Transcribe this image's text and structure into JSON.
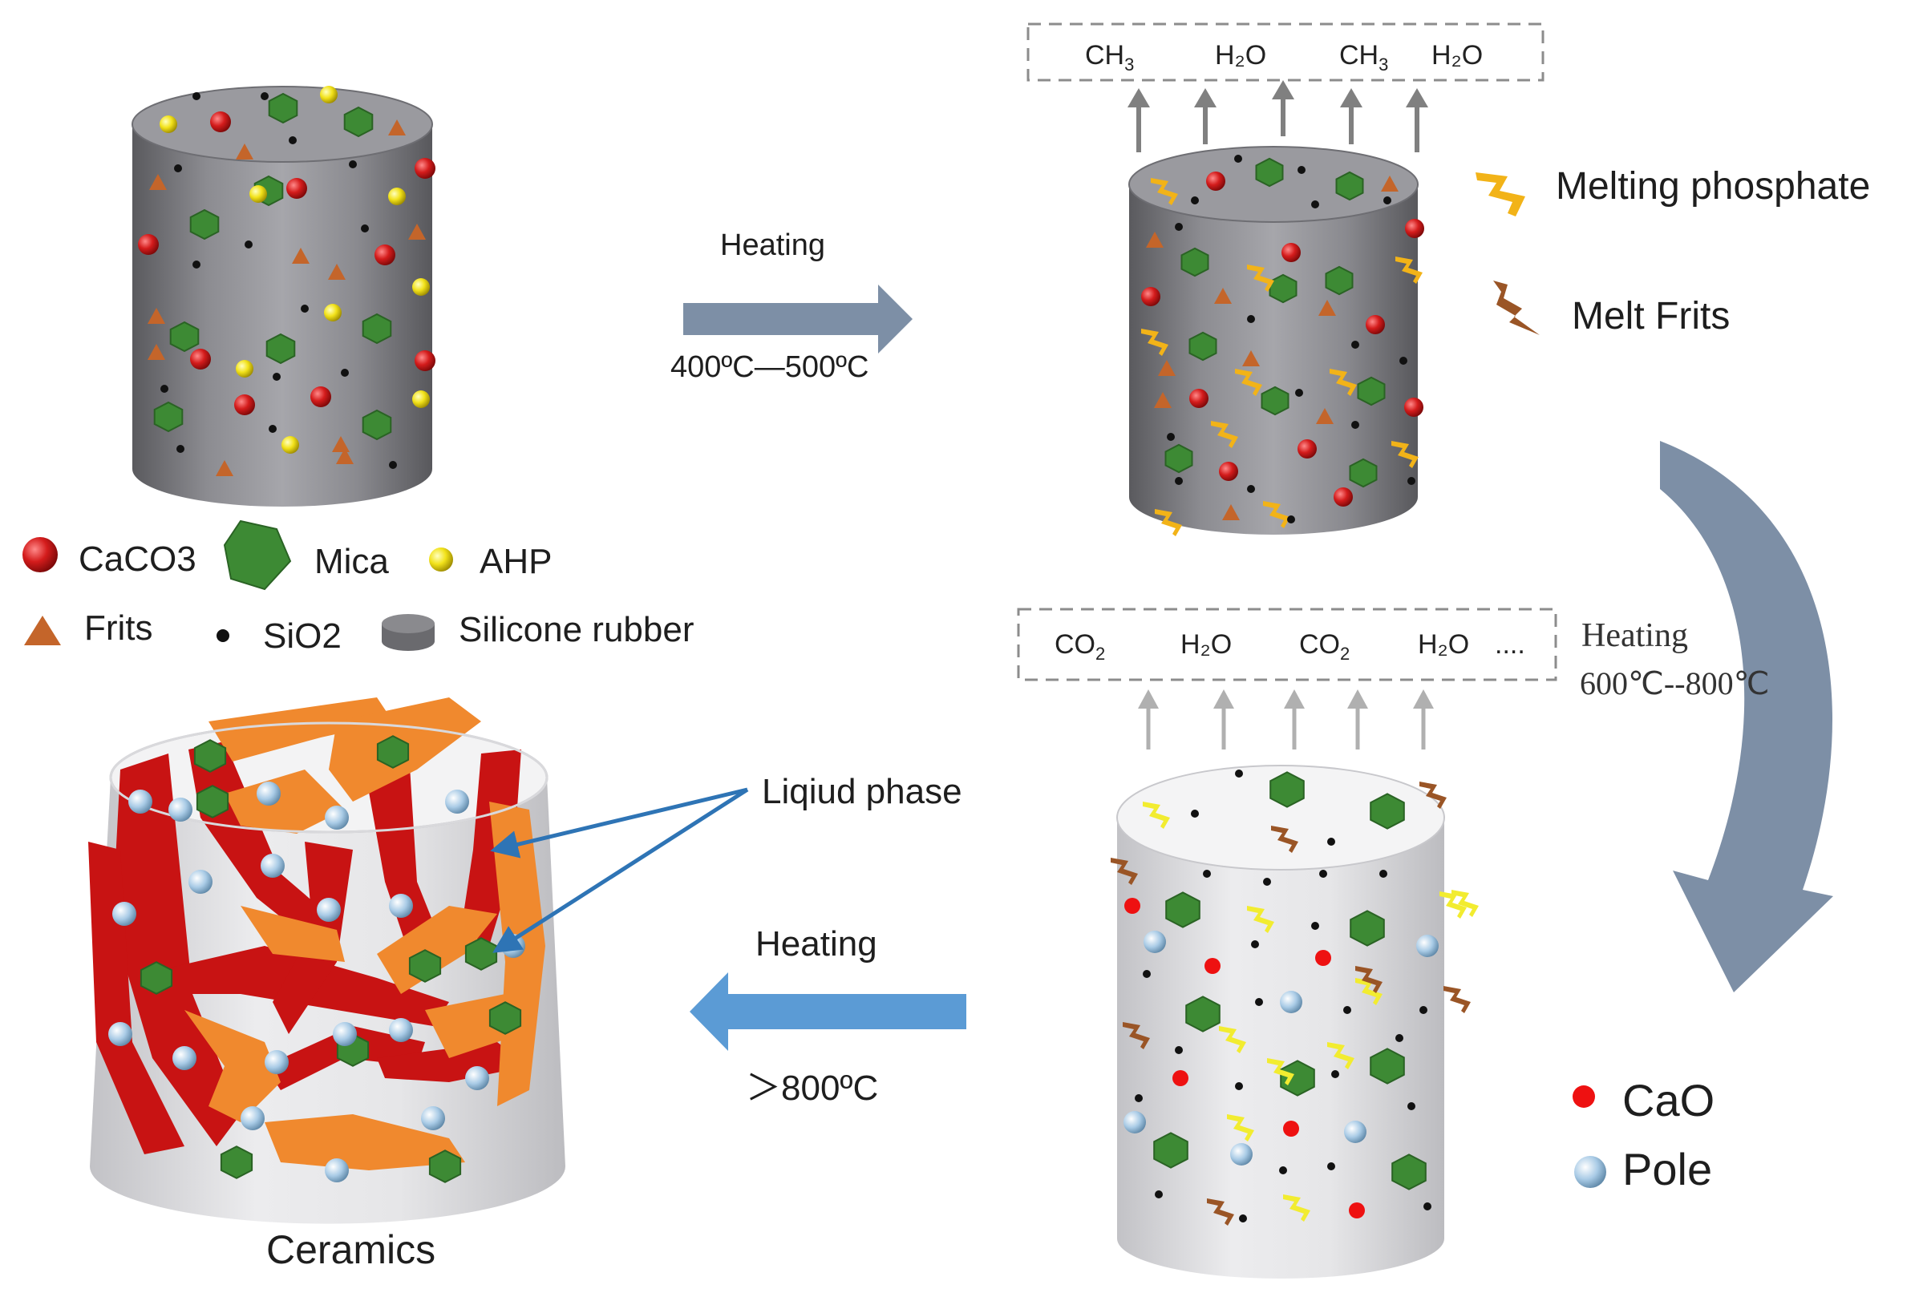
{
  "legend": {
    "caco3": "CaCO3",
    "mica": "Mica",
    "ahp": "AHP",
    "frits": "Frits",
    "sio2": "SiO2",
    "silicone": "Silicone rubber"
  },
  "step1": {
    "label": "Heating",
    "temp": "400ºC—500ºC"
  },
  "gases_top": [
    "CH",
    "H₂O",
    "CH",
    "H₂O"
  ],
  "gases_top_sub": [
    "3",
    "3"
  ],
  "right_legend_top": {
    "melting_phosphate": "Melting phosphate",
    "melt_frits": "Melt Frits"
  },
  "step2": {
    "label": "Heating",
    "temp": "600℃--800℃"
  },
  "gases_mid": [
    "CO",
    "H₂O",
    "CO",
    "H₂O",
    "...."
  ],
  "gases_mid_sub": [
    "2",
    "2"
  ],
  "right_legend_bottom": {
    "cao": "CaO",
    "pole": "Pole"
  },
  "step3": {
    "label": "Heating",
    "temp": "＞800ºC"
  },
  "liquid_phase": "Liqiud phase",
  "ceramics": "Ceramics",
  "colors": {
    "caco3": "#d41c1c",
    "mica": "#3d8a34",
    "ahp": "#f2e21a",
    "frits": "#c4652a",
    "sio2": "#111111",
    "cylinder_gray": "#8e8e94",
    "cylinder_light": "#e4e4e6",
    "arrow_gray": "#7d8fa6",
    "arrow_blue": "#5b9bd5",
    "liquid_red": "#c81313",
    "liquid_orange": "#f0892e",
    "phosphate": "#f2b318",
    "melt_frit": "#9a5526",
    "cao": "#ee1111",
    "pole": "#a9cbe6"
  }
}
